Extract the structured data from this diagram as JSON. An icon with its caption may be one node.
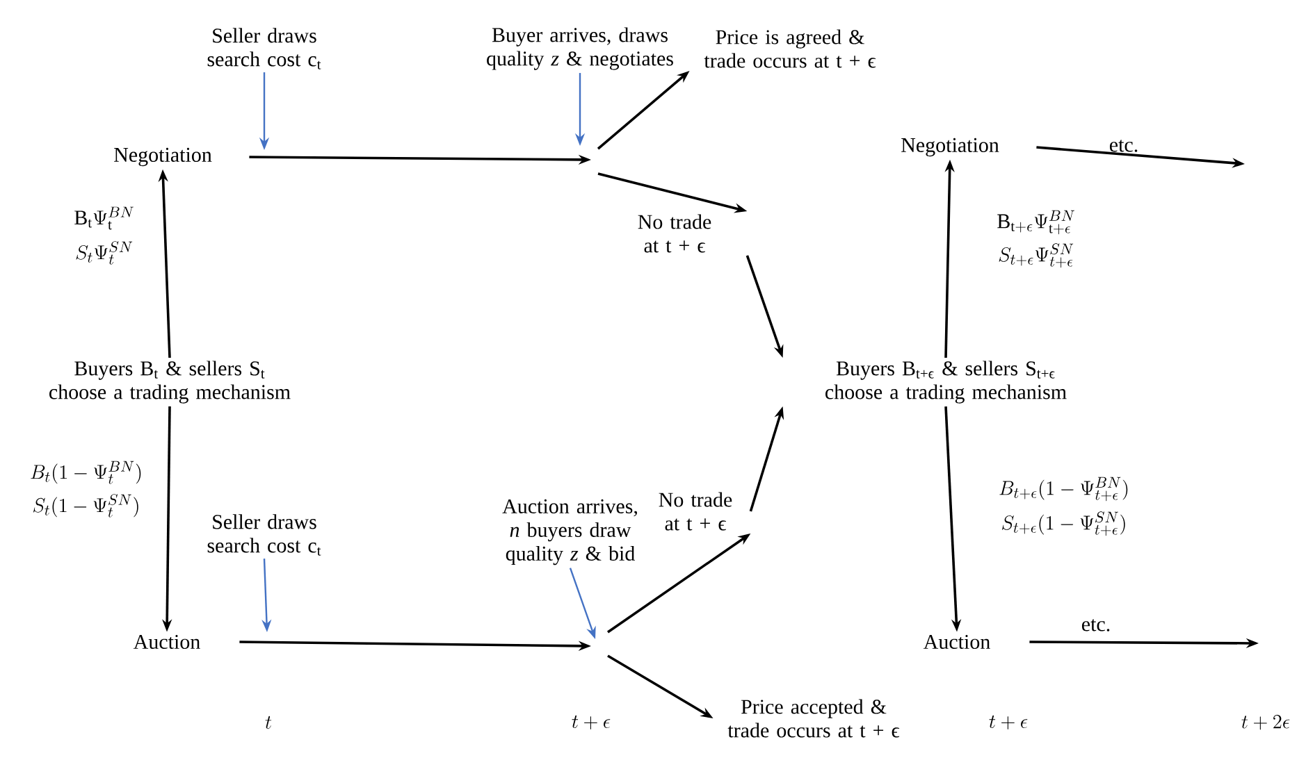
{
  "diagram": {
    "nodes": [
      {
        "text": [
          "Seller draws search cost c$_{t}$"
        ]
      },
      {
        "text": [
          "Buyer arrives, draws quality *z* & negotiates"
        ]
      },
      {
        "text": [
          "Price is agreed & trade occurs at t + ϵ"
        ]
      },
      {
        "text": [
          "Negotiation"
        ]
      },
      {
        "text": [
          "No trade at t + ϵ"
        ]
      },
      {
        "text": [
          "Buyers B$_{t}$ & sellers S$_{t}$ choose a trading mechanism"
        ]
      },
      {
        "text": [
          "Buyers B$_{t+ϵ}$ & sellers S$_{t+ϵ}$ choose a trading mechanism"
        ]
      },
      {
        "text": [
          "Negotiation"
        ]
      },
      {
        "text": [
          "Seller draws search cost c$_{t}$"
        ]
      },
      {
        "text": [
          "Auction arrives, *n* buyers draw quality *z* & bid"
        ]
      },
      {
        "text": [
          "No trade at t + ϵ"
        ]
      },
      {
        "text": [
          "Auction"
        ]
      },
      {
        "text": [
          "Price accepted & trade occurs at t + ϵ"
        ]
      },
      {
        "text": [
          "Auction"
        ]
      }
    ],
    "edges": [
      {
        "from": 3,
        "to": null,
        "arrow": "to"
      },
      {
        "from": null,
        "to": 2,
        "arrow": "to"
      },
      {
        "from": null,
        "to": 4,
        "arrow": "to"
      },
      {
        "from": 4,
        "to": 6,
        "arrow": "to"
      },
      {
        "from": 0,
        "to": null,
        "arrow": "to",
        "color": "#4472c4"
      },
      {
        "from": 1,
        "to": null,
        "arrow": "to",
        "color": "#4472c4"
      },
      {
        "from": 5,
        "to": 3,
        "arrow": "to"
      },
      {
        "from": 5,
        "to": 11,
        "arrow": "to"
      },
      {
        "from": 11,
        "to": null,
        "arrow": "to"
      },
      {
        "from": null,
        "to": 10,
        "arrow": "to"
      },
      {
        "from": null,
        "to": 12,
        "arrow": "to"
      },
      {
        "from": 10,
        "to": 6,
        "arrow": "to"
      },
      {
        "from": 8,
        "to": null,
        "arrow": "to",
        "color": "#4472c4"
      },
      {
        "from": 9,
        "to": null,
        "arrow": "to",
        "color": "#4472c4"
      },
      {
        "from": 6,
        "to": 7,
        "arrow": "to"
      },
      {
        "from": 6,
        "to": 13,
        "arrow": "to"
      },
      {
        "from": 7,
        "to": null,
        "arrow": "to",
        "label": "etc."
      },
      {
        "from": 13,
        "to": null,
        "arrow": "to",
        "label": "etc."
      }
    ],
    "labels": [
      "\\mathrm{B}_{\\mathrm{t}}\\Psi_{\\mathrm{t}}^{BN}",
      "S_t\\Psi_t^{SN}",
      "B_t(1-\\Psi_t^{BN})",
      "S_t(1-\\Psi_t^{SN})",
      "\\mathrm{B}_{\\mathrm{t+\\epsilon}}\\Psi_{\\mathrm{t+\\epsilon}}^{BN}",
      "S_{t+\\epsilon}\\Psi_{t+\\epsilon}^{SN}",
      "B_{t+\\epsilon}(1-\\Psi_{t+\\epsilon}^{BN})",
      "S_{t+\\epsilon}(1-\\Psi_{t+\\epsilon}^{SN})",
      "t",
      "t+\\epsilon",
      "t+\\epsilon",
      "t+2\\epsilon"
    ]
  }
}
